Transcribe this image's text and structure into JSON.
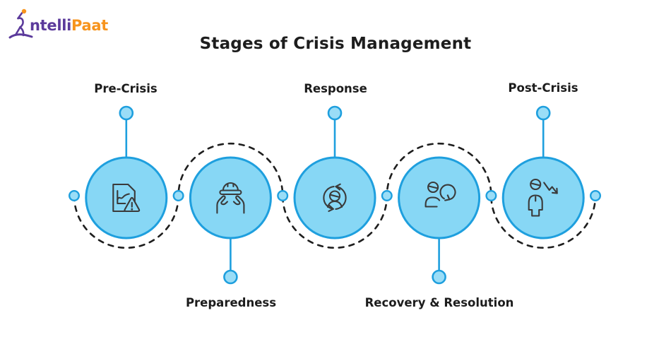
{
  "logo": {
    "brand": "IntelliPaat",
    "text_part1": "ntelli",
    "text_part2": "Paat"
  },
  "title": "Stages of Crisis Management",
  "stages": [
    {
      "label": "Pre-Crisis",
      "label_position": "above",
      "icon": "risk-analysis-document-icon"
    },
    {
      "label": "Preparedness",
      "label_position": "below",
      "icon": "hands-holding-hard-hat-icon"
    },
    {
      "label": "Response",
      "label_position": "above",
      "icon": "person-sync-arrows-icon"
    },
    {
      "label": "Recovery & Resolution",
      "label_position": "below",
      "icon": "person-refresh-icon"
    },
    {
      "label": "Post-Crisis",
      "label_position": "above",
      "icon": "person-declining-trend-icon"
    }
  ],
  "colors": {
    "circle_fill": "#87D7F5",
    "circle_stroke": "#1E9FDE",
    "node_dot_fill": "#9ADDF7",
    "dashed_path": "#1E1E1E",
    "icon_stroke": "#3A3A3A",
    "text": "#1D1D1D",
    "logo_purple": "#5B3A9B",
    "logo_orange": "#F7941D"
  }
}
